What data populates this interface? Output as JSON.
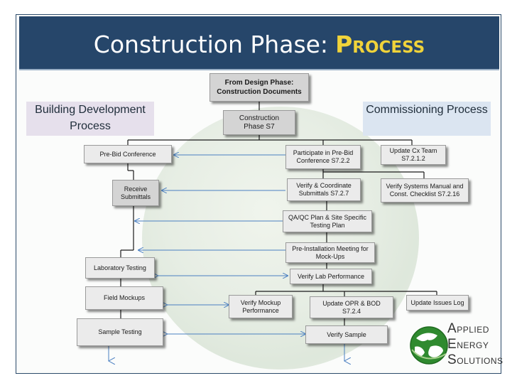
{
  "header": {
    "title_main": "Construction Phase:",
    "title_accent": "Process"
  },
  "side_labels": {
    "left": "Building Development Process",
    "right": "Commissioning Process"
  },
  "boxes": {
    "design_docs": "From Design Phase:\nConstruction Documents",
    "construction_phase": "Construction\nPhase S7",
    "prebid_conf": "Pre-Bid Conference",
    "receive_submittals": "Receive\nSubmittals",
    "lab_testing": "Laboratory Testing",
    "field_mockups": "Field Mockups",
    "sample_testing": "Sample Testing",
    "participate_prebid": "Participate in Pre-Bid\nConference S7.2.2",
    "update_cx_team": "Update Cx Team\nS7.2.1.2",
    "verify_submittals": "Verify & Coordinate\nSubmittals S7.2.7",
    "verify_systems_manual": "Verify Systems Manual and\nConst. Checklist S7.2.16",
    "qa_qc_plan": "QA/QC Plan & Site Specific\nTesting Plan",
    "pre_install_meeting": "Pre-Installation Meeting for\nMock-Ups",
    "verify_lab": "Verify Lab Performance",
    "verify_mockup": "Verify Mockup\nPerformance",
    "update_opr_bod": "Update OPR & BOD S7.2.4",
    "update_issues_log": "Update Issues Log",
    "verify_sample": "Verify Sample"
  },
  "logo": {
    "line1_cap": "A",
    "line1_rest": "PPLIED",
    "line2_cap": "E",
    "line2_rest": "NERGY",
    "line3_cap": "S",
    "line3_rest": "OLUTIONS"
  },
  "colors": {
    "header_bg": "#26466a",
    "title_accent": "#f0d33a",
    "connector": "#1a1a1a",
    "arrow": "#4a7fc1",
    "left_label_bg": "#e6e0ec",
    "right_label_bg": "#dbe5f1"
  }
}
